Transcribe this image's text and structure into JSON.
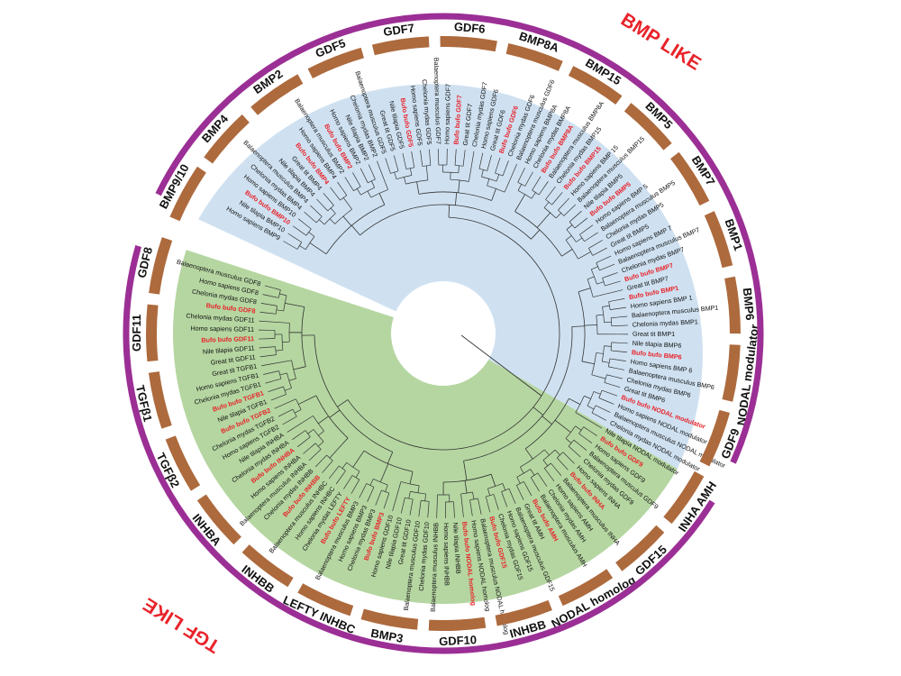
{
  "superfamilies": [
    {
      "label": "BMP LIKE",
      "color": "#e8232a"
    },
    {
      "label": "TGF LIKE",
      "color": "#e8232a"
    }
  ],
  "subfamilies": [
    "BMP9/10",
    "BMP4",
    "BMP2",
    "GDF5",
    "GDF7",
    "GDF6",
    "BMP8A",
    "BMP15",
    "BMP5",
    "BMP7",
    "BMP1",
    "BMP6",
    "NODAL modulator",
    "GDF9",
    "INHA AMH",
    "GDF15",
    "NODAL homolog",
    "INHBB",
    "GDF10",
    "BMP3",
    "LEFTY INHBC",
    "INHBB",
    "INHBA",
    "TGFβ2",
    "TGFβ1",
    "GDF11",
    "GDF8"
  ],
  "leaves": [
    {
      "t": "Homo sapiens BMP9",
      "red": false
    },
    {
      "t": "Nile tilapia BMP10",
      "red": false
    },
    {
      "t": "Bufo bufo BMP10",
      "red": true
    },
    {
      "t": "Homo sapiens BMP10",
      "red": false
    },
    {
      "t": "Chelonia mydas BMP4",
      "red": false
    },
    {
      "t": "Balaenoptera musculus BMP4",
      "red": false
    },
    {
      "t": "Nile tilapia BMP4",
      "red": false
    },
    {
      "t": "Great tit BMP4",
      "red": false
    },
    {
      "t": "Bufo bufo BMP4",
      "red": true
    },
    {
      "t": "Homo sapiens BMP4",
      "red": false
    },
    {
      "t": "Balaenoptera musculus BMP2",
      "red": false
    },
    {
      "t": "Bufo bufo BMP2",
      "red": true
    },
    {
      "t": "Homo sapiens BMP2",
      "red": false
    },
    {
      "t": "Nile tilapia BMP2",
      "red": false
    },
    {
      "t": "Chelonia mydas BMP2",
      "red": false
    },
    {
      "t": "Balaenoptera musculus GDF5",
      "red": false
    },
    {
      "t": "Great tit GDF5",
      "red": false
    },
    {
      "t": "Nile tilapia GDF5",
      "red": false
    },
    {
      "t": "Bufo bufo GDF5",
      "red": true
    },
    {
      "t": "Homo sapiens GDF5",
      "red": false
    },
    {
      "t": "Chelonia mydas GDF5",
      "red": false
    },
    {
      "t": "Balaenoptera musculus GDF7",
      "red": false
    },
    {
      "t": "Homo sapiens GDF7",
      "red": false
    },
    {
      "t": "Bufo bufo GDF7",
      "red": true
    },
    {
      "t": "Great tit GDF7",
      "red": false
    },
    {
      "t": "Chelonia mydas GDF7",
      "red": false
    },
    {
      "t": "Homo sapiens GDF6",
      "red": false
    },
    {
      "t": "Great tit GDF6",
      "red": false
    },
    {
      "t": "Bufo bufo GDF6",
      "red": true
    },
    {
      "t": "Chelonia mydas GDF6",
      "red": false
    },
    {
      "t": "Balaenoptera musculus GDF6",
      "red": false
    },
    {
      "t": "Homo sapiens BMP8A",
      "red": false
    },
    {
      "t": "Chelonia mydas BMP8A",
      "red": false
    },
    {
      "t": "Bufo bufo BMP8A",
      "red": true
    },
    {
      "t": "Balaenoptera musculus BMP8A",
      "red": false
    },
    {
      "t": "Chelonia mydas BMP15",
      "red": false
    },
    {
      "t": "Bufo bufo BMP15",
      "red": true
    },
    {
      "t": "Homo sapiens BMP 15",
      "red": false
    },
    {
      "t": "Balaenoptera musculus BMP15",
      "red": false
    },
    {
      "t": "Nile tilapia BMP5",
      "red": false
    },
    {
      "t": "Bufo bufo BMP5",
      "red": true
    },
    {
      "t": "Homo sapiens BMP 5",
      "red": false
    },
    {
      "t": "Balaenoptera musculus BMP5",
      "red": false
    },
    {
      "t": "Chelonia mydas BMP5",
      "red": false
    },
    {
      "t": "Great tit BMP5",
      "red": false
    },
    {
      "t": "Homo sapiens BMP 7",
      "red": false
    },
    {
      "t": "Balaenoptera musculus BMP7",
      "red": false
    },
    {
      "t": "Chelonia mydas BMP7",
      "red": false
    },
    {
      "t": "Bufo bufo BMP7",
      "red": true
    },
    {
      "t": "Great tit BMP7",
      "red": false
    },
    {
      "t": "Bufo bufo BMP1",
      "red": true
    },
    {
      "t": "Homo sapiens BMP 1",
      "red": false
    },
    {
      "t": "Balaenoptera musculus BMP1",
      "red": false
    },
    {
      "t": "Chelonia mydas BMP1",
      "red": false
    },
    {
      "t": "Great tit BMP1",
      "red": false
    },
    {
      "t": "Nile tilapia BMP6",
      "red": false
    },
    {
      "t": "Bufo bufo BMP6",
      "red": true
    },
    {
      "t": "Homo sapiens BMP 6",
      "red": false
    },
    {
      "t": "Balaenoptera musculus BMP6",
      "red": false
    },
    {
      "t": "Chelonia mydas BMP6",
      "red": false
    },
    {
      "t": "Great tit BMP6",
      "red": false
    },
    {
      "t": "Bufo bufo NODAL modulator",
      "red": true
    },
    {
      "t": "Homo sapiens NODAL modulator",
      "red": false
    },
    {
      "t": "Balaenoptera musculus NODAL modulator",
      "red": false
    },
    {
      "t": "Chelonia mydas NODAL modulator",
      "red": false
    },
    {
      "t": "Nile tilapia NODAL modulator",
      "red": false
    },
    {
      "t": "Bufo bufo GDF9",
      "red": true
    },
    {
      "t": "Homo sapiens GDF9",
      "red": false
    },
    {
      "t": "Balaenoptera musculus GDF9",
      "red": false
    },
    {
      "t": "Chelonia mydas GDF9",
      "red": false
    },
    {
      "t": "Homo sapiens INHA",
      "red": false
    },
    {
      "t": "Bufo bufo INHA",
      "red": true
    },
    {
      "t": "Balaenoptera musculus INHA",
      "red": false
    },
    {
      "t": "Homo sapiens AMH",
      "red": false
    },
    {
      "t": "Chelonia mydas AMH",
      "red": false
    },
    {
      "t": "Balaenoptera musculus AMH",
      "red": false
    },
    {
      "t": "Bufo bufo AMH",
      "red": true
    },
    {
      "t": "Great tit AMH",
      "red": false
    },
    {
      "t": "Balaenoptera musculus GDF15",
      "red": false
    },
    {
      "t": "Homo sapiens GDF15",
      "red": false
    },
    {
      "t": "Chelonia mydas GDF15",
      "red": false
    },
    {
      "t": "Bufo bufo GDF15",
      "red": true
    },
    {
      "t": "Balaenoptera musculus NODAL homolog",
      "red": false
    },
    {
      "t": "Homo sapiens NODAL homolog",
      "red": false
    },
    {
      "t": "Bufo bufo NODAL homolog",
      "red": true
    },
    {
      "t": "Nile tilapia INHBB",
      "red": false
    },
    {
      "t": "Homo sapiens INHBB",
      "red": false
    },
    {
      "t": "Balaenoptera musculus INHBB",
      "red": false
    },
    {
      "t": "Chelonia mydas GDF10",
      "red": false
    },
    {
      "t": "Balaenoptera musculus GDF10",
      "red": false
    },
    {
      "t": "Great tit GDF10",
      "red": false
    },
    {
      "t": "Nile tilapia GDF10",
      "red": false
    },
    {
      "t": "Homo sapiens GDF10",
      "red": false
    },
    {
      "t": "Bufo bufo BMP3",
      "red": true
    },
    {
      "t": "Chelonia mydas BMP3",
      "red": false
    },
    {
      "t": "Homo sapiens BMP3",
      "red": false
    },
    {
      "t": "Balaenoptera musculus BMP3",
      "red": false
    },
    {
      "t": "Bufo bufo LEFTY",
      "red": true
    },
    {
      "t": "Chelonia mydas LEFTY",
      "red": false
    },
    {
      "t": "Homo sapiens INHBC",
      "red": false
    },
    {
      "t": "Balaenoptera musculus INHBC",
      "red": false
    },
    {
      "t": "Bufo bufo INHBB",
      "red": true
    },
    {
      "t": "Chelonia mydas INHBB",
      "red": false
    },
    {
      "t": "Balaenoptera musculus INHBA",
      "red": false
    },
    {
      "t": "Homo sapiens INHBA",
      "red": false
    },
    {
      "t": "Bufo bufo INHBA",
      "red": true
    },
    {
      "t": "Chelonia mydas INHBA",
      "red": false
    },
    {
      "t": "Nile tilapia INHBA",
      "red": false
    },
    {
      "t": "Homo sapiens TGFB2",
      "red": false
    },
    {
      "t": "Chelonia mydas TGFB2",
      "red": false
    },
    {
      "t": "Bufo bufo TGFB2",
      "red": true
    },
    {
      "t": "Nile tilapia TGFB1",
      "red": false
    },
    {
      "t": "Bufo bufo TGFB1",
      "red": true
    },
    {
      "t": "Chelonia mydas TGFB1",
      "red": false
    },
    {
      "t": "Homo sapiens TGFB1",
      "red": false
    },
    {
      "t": "Great tit TGFB1",
      "red": false
    },
    {
      "t": "Great tit GDF11",
      "red": false
    },
    {
      "t": "Nile tilapia GDF11",
      "red": false
    },
    {
      "t": "Bufo bufo GDF11",
      "red": true
    },
    {
      "t": "Homo sapiens GDF11",
      "red": false
    },
    {
      "t": "Chelonia mydas GDF11",
      "red": false
    },
    {
      "t": "Bufo bufo GDF8",
      "red": true
    },
    {
      "t": "Chelonia mydas GDF8",
      "red": false
    },
    {
      "t": "Homo sapiens GDF8",
      "red": false
    },
    {
      "t": "Balaenoptera musculus GDF8",
      "red": false
    }
  ],
  "colors": {
    "bmp_sector": "#cfe1f1",
    "tgf_sector": "#b5d6a1",
    "outer_arc": "#9b2f95",
    "subfamily_band": "#ad6a3d",
    "branch": "#333333",
    "leaf_text": "#111111",
    "highlight_text": "#e8232a"
  }
}
